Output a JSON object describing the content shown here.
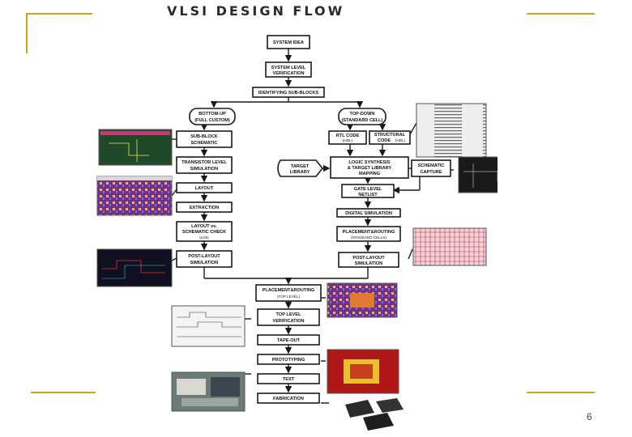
{
  "slide": {
    "title": "VLSI DESIGN FLOW",
    "page_number": "6",
    "accent_color": "#c9a227"
  },
  "flow": {
    "system_idea": "SYSTEM IDEA",
    "system_level_verification": [
      "SYSTEM LEVEL",
      "VERIFICATION"
    ],
    "identifying_sub_blocks": "IDENTIFYING SUB-BLOCKS",
    "bottom_up": [
      "BOTTOM-UP",
      "(FULL CUSTOM)"
    ],
    "top_down": [
      "TOP-DOWN",
      "(STANDARD CELL)"
    ],
    "sub_block_schematic": [
      "SUB-BLOCK",
      "SCHEMATIC"
    ],
    "transistor_level_simulation": [
      "TRANSISTOR LEVEL",
      "SIMULATION"
    ],
    "layout": "LAYOUT",
    "extraction": "EXTRACTION",
    "layout_vs_schematic_check": [
      "LAYOUT vs.",
      "SCHEMATIC CHECK",
      "(LVS)"
    ],
    "post_layout_simulation_left": [
      "POST-LAYOUT",
      "SIMULATION"
    ],
    "rtl_code": [
      "RTL CODE",
      "(HDL)"
    ],
    "structural_code": [
      "STRUCTURAL",
      "CODE",
      "(HDL)"
    ],
    "target_library": [
      "TARGET",
      "LIBRARY"
    ],
    "logic_synthesis": [
      "LOGIC SYNTHESIS",
      "& TARGET LIBRARY",
      "MAPPING"
    ],
    "schematic_capture": [
      "SCHEMATIC",
      "CAPTURE"
    ],
    "gate_level_netlist": [
      "GATE LEVEL",
      "NETLIST"
    ],
    "digital_simulation": "DIGITAL SIMULATION",
    "placement_routing_std": [
      "PLACEMENT&ROUTING",
      "(STANDARD CELLS)"
    ],
    "post_layout_simulation_right": [
      "POST-LAYOUT",
      "SIMULATION"
    ],
    "placement_routing_top": [
      "PLACEMENT&ROUTING",
      "(TOP LEVEL)"
    ],
    "top_level_verification": [
      "TOP LEVEL",
      "VERIFICATION"
    ],
    "tape_out": "TAPE-OUT",
    "prototyping": "PROTOTYPING",
    "test": "TEST",
    "fabrication": "FABRICATION"
  }
}
